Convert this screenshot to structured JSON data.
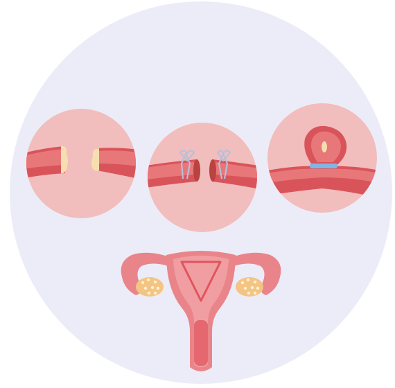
{
  "illustration": {
    "colors": {
      "background_circle": "#ECECF8",
      "inset_circle": "#F2BDBD",
      "tube_outer": "#D9545A",
      "tube_mid": "#E8777A",
      "tube_light": "#F09A9C",
      "burn_mark": "#F6DEB0",
      "clip": "#B9BFD9",
      "band": "#7FB6E6",
      "uterus_outer": "#E9858A",
      "uterus_mid": "#F19EA2",
      "uterus_inner": "#E0545E",
      "ovary": "#F3C482",
      "ovary_dots": "#FFF1D2"
    },
    "panels": [
      {
        "name": "cauterized-tube-panel",
        "method_icon": "burned-tube-ends-icon"
      },
      {
        "name": "clipped-tube-panel",
        "method_icon": "clip-icon"
      },
      {
        "name": "banded-tube-panel",
        "method_icon": "ring-band-icon"
      }
    ],
    "anatomy_icon": "uterus-icon"
  }
}
